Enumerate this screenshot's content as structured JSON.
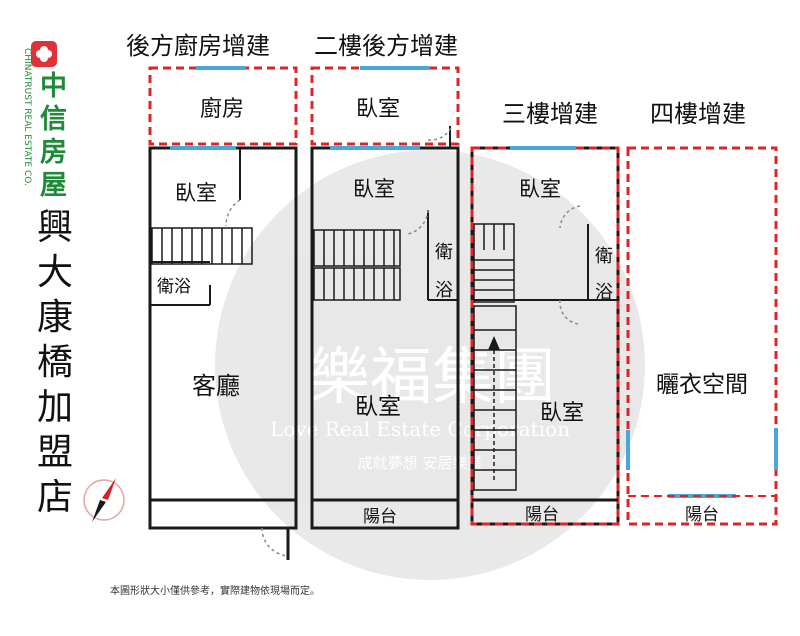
{
  "logo": {
    "name_cn": "中信房屋",
    "name_en": "CHINATRUST REAL ESTATE CO."
  },
  "store_name": [
    "興",
    "大",
    "康",
    "橋",
    "加",
    "盟",
    "店"
  ],
  "floors": [
    {
      "header": "後方廚房增建"
    },
    {
      "header": "二樓後方增建"
    },
    {
      "header": "三樓增建"
    },
    {
      "header": "四樓增建"
    }
  ],
  "rooms": {
    "kitchen": "廚房",
    "f1_bedroom": "臥室",
    "f1_bath": "衛浴",
    "f1_living": "客廳",
    "f2_back_bedroom": "臥室",
    "f2_bedroom": "臥室",
    "f2_bath_top": "衛",
    "f2_bath_bottom": "浴",
    "f2_main_bedroom": "臥室",
    "f2_balcony": "陽台",
    "f3_bedroom": "臥室",
    "f3_bath_top": "衛",
    "f3_bath_bottom": "浴",
    "f3_main_bedroom": "臥室",
    "f3_balcony": "陽台",
    "f4_drying": "曬衣空間",
    "f4_balcony": "陽台"
  },
  "watermark": {
    "brand": "樂福集團",
    "en": "Love Real Estate Corporation",
    "slogan": "成就夢想 安居樂業"
  },
  "footnote": "本圖形狀大小僅供參考，實際建物依現場而定。",
  "colors": {
    "wall": "#1a1a1a",
    "addition_border": "#e02424",
    "window": "#4aa8d8",
    "logo_green": "#1f8a3a",
    "logo_red": "#e0303a",
    "compass_red": "#d82020"
  }
}
